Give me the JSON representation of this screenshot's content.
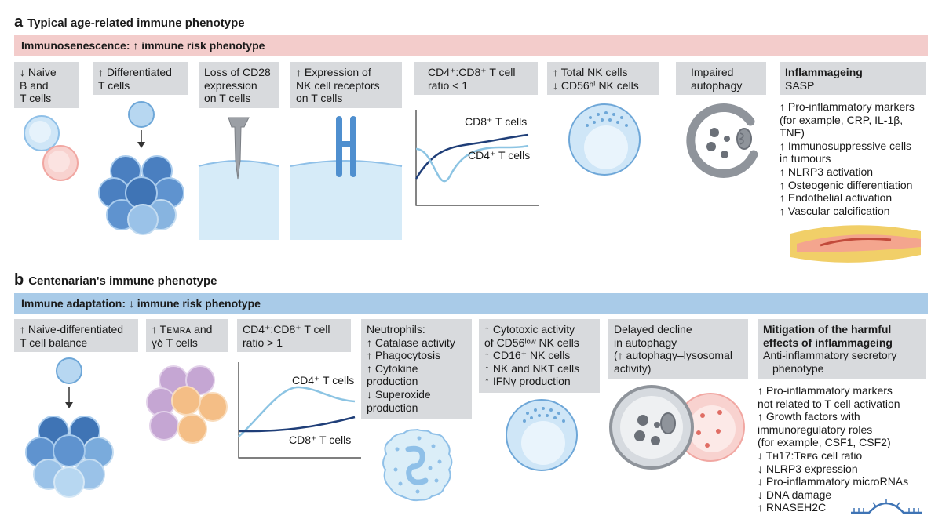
{
  "section_a": {
    "letter": "a",
    "title": "Typical age-related immune phenotype",
    "banner": "Immunosenescence: ↑ immune risk phenotype",
    "boxes": {
      "naive": [
        "↓ Naive",
        "B and",
        "T cells"
      ],
      "differentiated": [
        "↑ Differentiated",
        "T cells"
      ],
      "cd28": [
        "Loss of CD28",
        "expression",
        "on T cells"
      ],
      "nk_receptors": [
        "↑ Expression of",
        "NK cell receptors",
        "on T cells"
      ],
      "ratio": [
        "CD4⁺:CD8⁺ T cell",
        "ratio < 1"
      ],
      "nk_total": [
        "↑ Total NK cells",
        "↓ CD56ʰⁱ NK cells"
      ],
      "autophagy": [
        "Impaired",
        "autophagy"
      ],
      "inflamm_title": "Inflammageing",
      "inflamm_sub": "SASP"
    },
    "chart": {
      "line1_label": "CD8⁺ T cells",
      "line2_label": "CD4⁺ T cells"
    },
    "inflamm_list": [
      "↑ Pro-inflammatory markers",
      "   (for example, CRP, IL-1β,",
      "   TNF)",
      "↑ Immunosuppressive cells",
      "   in tumours",
      "↑ NLRP3 activation",
      "↑ Osteogenic differentiation",
      "↑ Endothelial activation",
      "↑ Vascular calcification"
    ]
  },
  "section_b": {
    "letter": "b",
    "title": "Centenarian's immune phenotype",
    "banner": "Immune adaptation: ↓ immune risk phenotype",
    "boxes": {
      "balance": [
        "↑ Naive-differentiated",
        "T cell balance"
      ],
      "temra": [
        "↑ Tᴇᴍʀᴀ and",
        "γδ T cells"
      ],
      "ratio": [
        "CD4⁺:CD8⁺ T cell",
        "ratio > 1"
      ],
      "neutrophils": [
        "Neutrophils:",
        "↑ Catalase activity",
        "↑ Phagocytosis",
        "↑ Cytokine",
        "   production",
        "↓ Superoxide",
        "   production"
      ],
      "cytotoxic": [
        "↑ Cytotoxic activity",
        "   of CD56ˡᵒʷ NK cells",
        "↑ CD16⁺ NK cells",
        "↑ NK and NKT cells",
        "↑ IFNγ production"
      ],
      "delayed": [
        "Delayed decline",
        "in autophagy",
        "(↑ autophagy–lysosomal",
        "activity)"
      ],
      "mitigation_title": [
        "Mitigation of the harmful",
        "effects of inflammageing"
      ],
      "mitigation_sub": [
        "Anti-inflammatory secretory",
        "phenotype"
      ]
    },
    "chart": {
      "line1_label": "CD4⁺ T cells",
      "line2_label": "CD8⁺ T cells"
    },
    "mitigation_list": [
      "↑ Pro-inflammatory markers",
      "   not related to T cell activation",
      "↑ Growth factors with",
      "   immunoregulatory roles",
      "   (for example, CSF1, CSF2)",
      "↓ Tʜ17:Tʀᴇɢ cell ratio",
      "↓ NLRP3 expression",
      "↓ Pro-inflammatory microRNAs",
      "↓ DNA damage",
      "↑ RNASEH2C"
    ]
  },
  "colors": {
    "banner_a": "#f3cccb",
    "banner_b": "#a9cbe8",
    "box_grey": "#d8dadd",
    "cell_blue": "#8fc0e8",
    "cell_dark_blue": "#3f74b5",
    "cell_pink": "#f1a7a2",
    "purple": "#c5a6d3",
    "orange": "#f4be86",
    "navy_line": "#1f3e78",
    "light_line": "#8cc4e3"
  }
}
